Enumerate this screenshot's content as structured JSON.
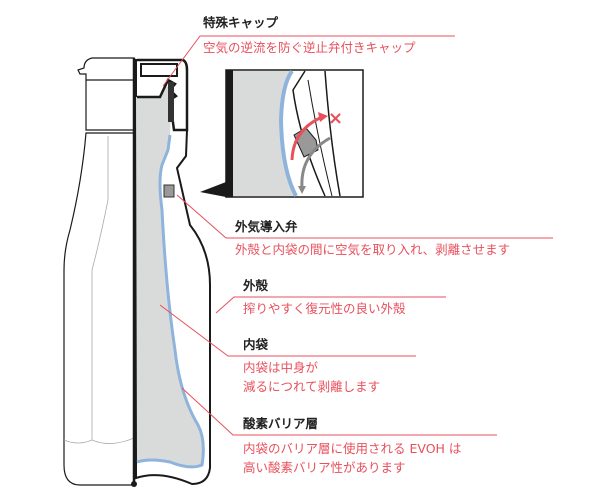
{
  "colors": {
    "accent": "#e8505b",
    "bag_line": "#8fb4dc",
    "fill": "#d9dbdb",
    "outline": "#1a1a1a"
  },
  "labels": [
    {
      "title": "特殊キャップ",
      "desc": [
        "空気の逆流を防ぐ逆止弁付きキャップ"
      ]
    },
    {
      "title": "外気導入弁",
      "desc": [
        "外殻と内袋の間に空気を取り入れ、剥離させます"
      ]
    },
    {
      "title": "外殻",
      "desc": [
        "搾りやすく復元性の良い外殻"
      ]
    },
    {
      "title": "内袋",
      "desc": [
        "内袋は中身が",
        "減るにつれて剥離します"
      ]
    },
    {
      "title": "酸素バリア層",
      "desc": [
        "内袋のバリア層に使用される EVOH は",
        "高い酸素バリア性があります"
      ]
    }
  ],
  "inset": {
    "blocked_mark": "×"
  }
}
